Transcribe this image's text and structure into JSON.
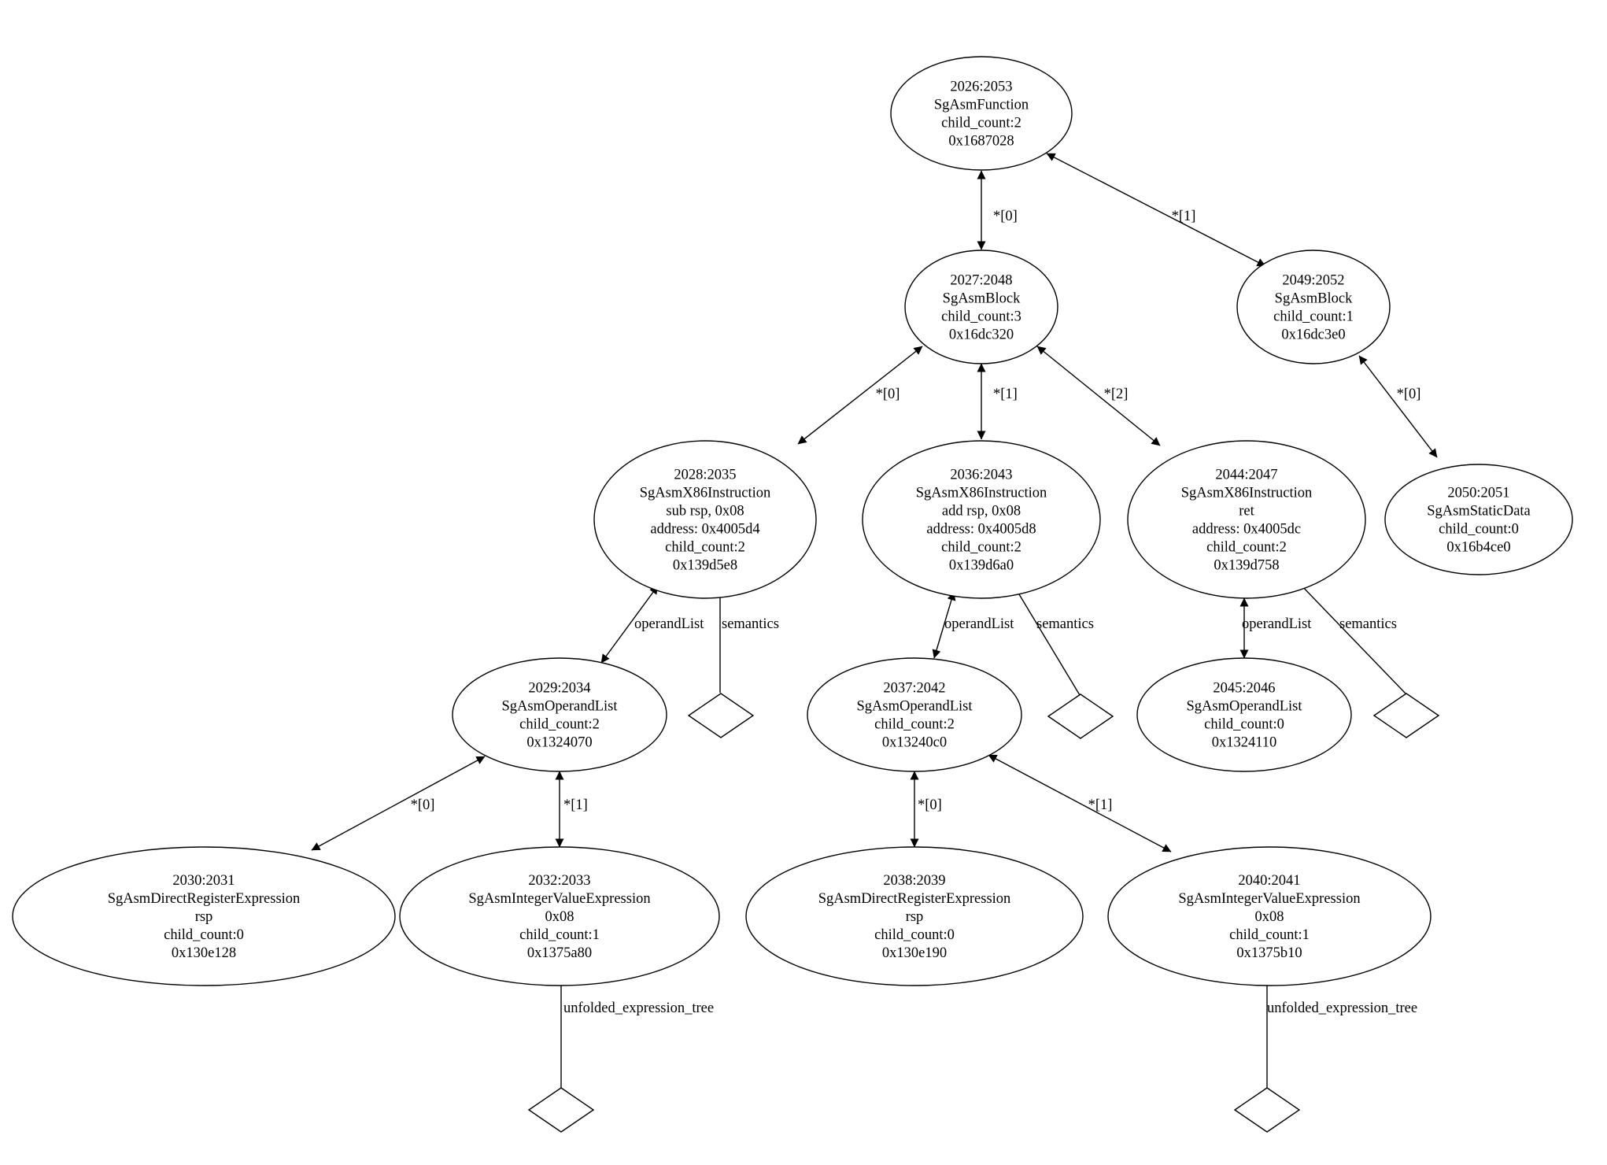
{
  "nodes": [
    {
      "id": "n2026",
      "lines": [
        "2026:2053",
        "SgAsmFunction",
        "child_count:2",
        "0x1687028"
      ]
    },
    {
      "id": "n2027",
      "lines": [
        "2027:2048",
        "SgAsmBlock",
        "child_count:3",
        "0x16dc320"
      ]
    },
    {
      "id": "n2049",
      "lines": [
        "2049:2052",
        "SgAsmBlock",
        "child_count:1",
        "0x16dc3e0"
      ]
    },
    {
      "id": "n2028",
      "lines": [
        "2028:2035",
        "SgAsmX86Instruction",
        "sub    rsp, 0x08",
        "address: 0x4005d4",
        "child_count:2",
        "0x139d5e8"
      ]
    },
    {
      "id": "n2036",
      "lines": [
        "2036:2043",
        "SgAsmX86Instruction",
        "add    rsp, 0x08",
        "address: 0x4005d8",
        "child_count:2",
        "0x139d6a0"
      ]
    },
    {
      "id": "n2044",
      "lines": [
        "2044:2047",
        "SgAsmX86Instruction",
        "ret",
        "address: 0x4005dc",
        "child_count:2",
        "0x139d758"
      ]
    },
    {
      "id": "n2050",
      "lines": [
        "2050:2051",
        "SgAsmStaticData",
        "child_count:0",
        "0x16b4ce0"
      ]
    },
    {
      "id": "n2029",
      "lines": [
        "2029:2034",
        "SgAsmOperandList",
        "child_count:2",
        "0x1324070"
      ]
    },
    {
      "id": "n2037",
      "lines": [
        "2037:2042",
        "SgAsmOperandList",
        "child_count:2",
        "0x13240c0"
      ]
    },
    {
      "id": "n2045",
      "lines": [
        "2045:2046",
        "SgAsmOperandList",
        "child_count:0",
        "0x1324110"
      ]
    },
    {
      "id": "n2030",
      "lines": [
        "2030:2031",
        "SgAsmDirectRegisterExpression",
        "rsp",
        "child_count:0",
        "0x130e128"
      ]
    },
    {
      "id": "n2032",
      "lines": [
        "2032:2033",
        "SgAsmIntegerValueExpression",
        "0x08",
        "child_count:1",
        "0x1375a80"
      ]
    },
    {
      "id": "n2038",
      "lines": [
        "2038:2039",
        "SgAsmDirectRegisterExpression",
        "rsp",
        "child_count:0",
        "0x130e190"
      ]
    },
    {
      "id": "n2040",
      "lines": [
        "2040:2041",
        "SgAsmIntegerValueExpression",
        "0x08",
        "child_count:1",
        "0x1375b10"
      ]
    }
  ],
  "edges": [
    {
      "id": "e1",
      "from": "n2026",
      "to": "n2027",
      "label": "*[0]"
    },
    {
      "id": "e2",
      "from": "n2026",
      "to": "n2049",
      "label": "*[1]"
    },
    {
      "id": "e3",
      "from": "n2027",
      "to": "n2028",
      "label": "*[0]"
    },
    {
      "id": "e4",
      "from": "n2027",
      "to": "n2036",
      "label": "*[1]"
    },
    {
      "id": "e5",
      "from": "n2027",
      "to": "n2044",
      "label": "*[2]"
    },
    {
      "id": "e6",
      "from": "n2049",
      "to": "n2050",
      "label": "*[0]"
    },
    {
      "id": "e7",
      "from": "n2028",
      "to": "n2029",
      "label": "operandList"
    },
    {
      "id": "e8",
      "from": "n2036",
      "to": "n2037",
      "label": "operandList"
    },
    {
      "id": "e9",
      "from": "n2044",
      "to": "n2045",
      "label": "operandList"
    },
    {
      "id": "e10",
      "from": "n2029",
      "to": "n2030",
      "label": "*[0]"
    },
    {
      "id": "e11",
      "from": "n2029",
      "to": "n2032",
      "label": "*[1]"
    },
    {
      "id": "e12",
      "from": "n2037",
      "to": "n2038",
      "label": "*[0]"
    },
    {
      "id": "e13",
      "from": "n2037",
      "to": "n2040",
      "label": "*[1]"
    }
  ],
  "leaves": [
    {
      "id": "l1",
      "from": "n2028",
      "label": "semantics"
    },
    {
      "id": "l2",
      "from": "n2036",
      "label": "semantics"
    },
    {
      "id": "l3",
      "from": "n2044",
      "label": "semantics"
    },
    {
      "id": "l4",
      "from": "n2032",
      "label": "unfolded_expression_tree"
    },
    {
      "id": "l5",
      "from": "n2040",
      "label": "unfolded_expression_tree"
    }
  ]
}
